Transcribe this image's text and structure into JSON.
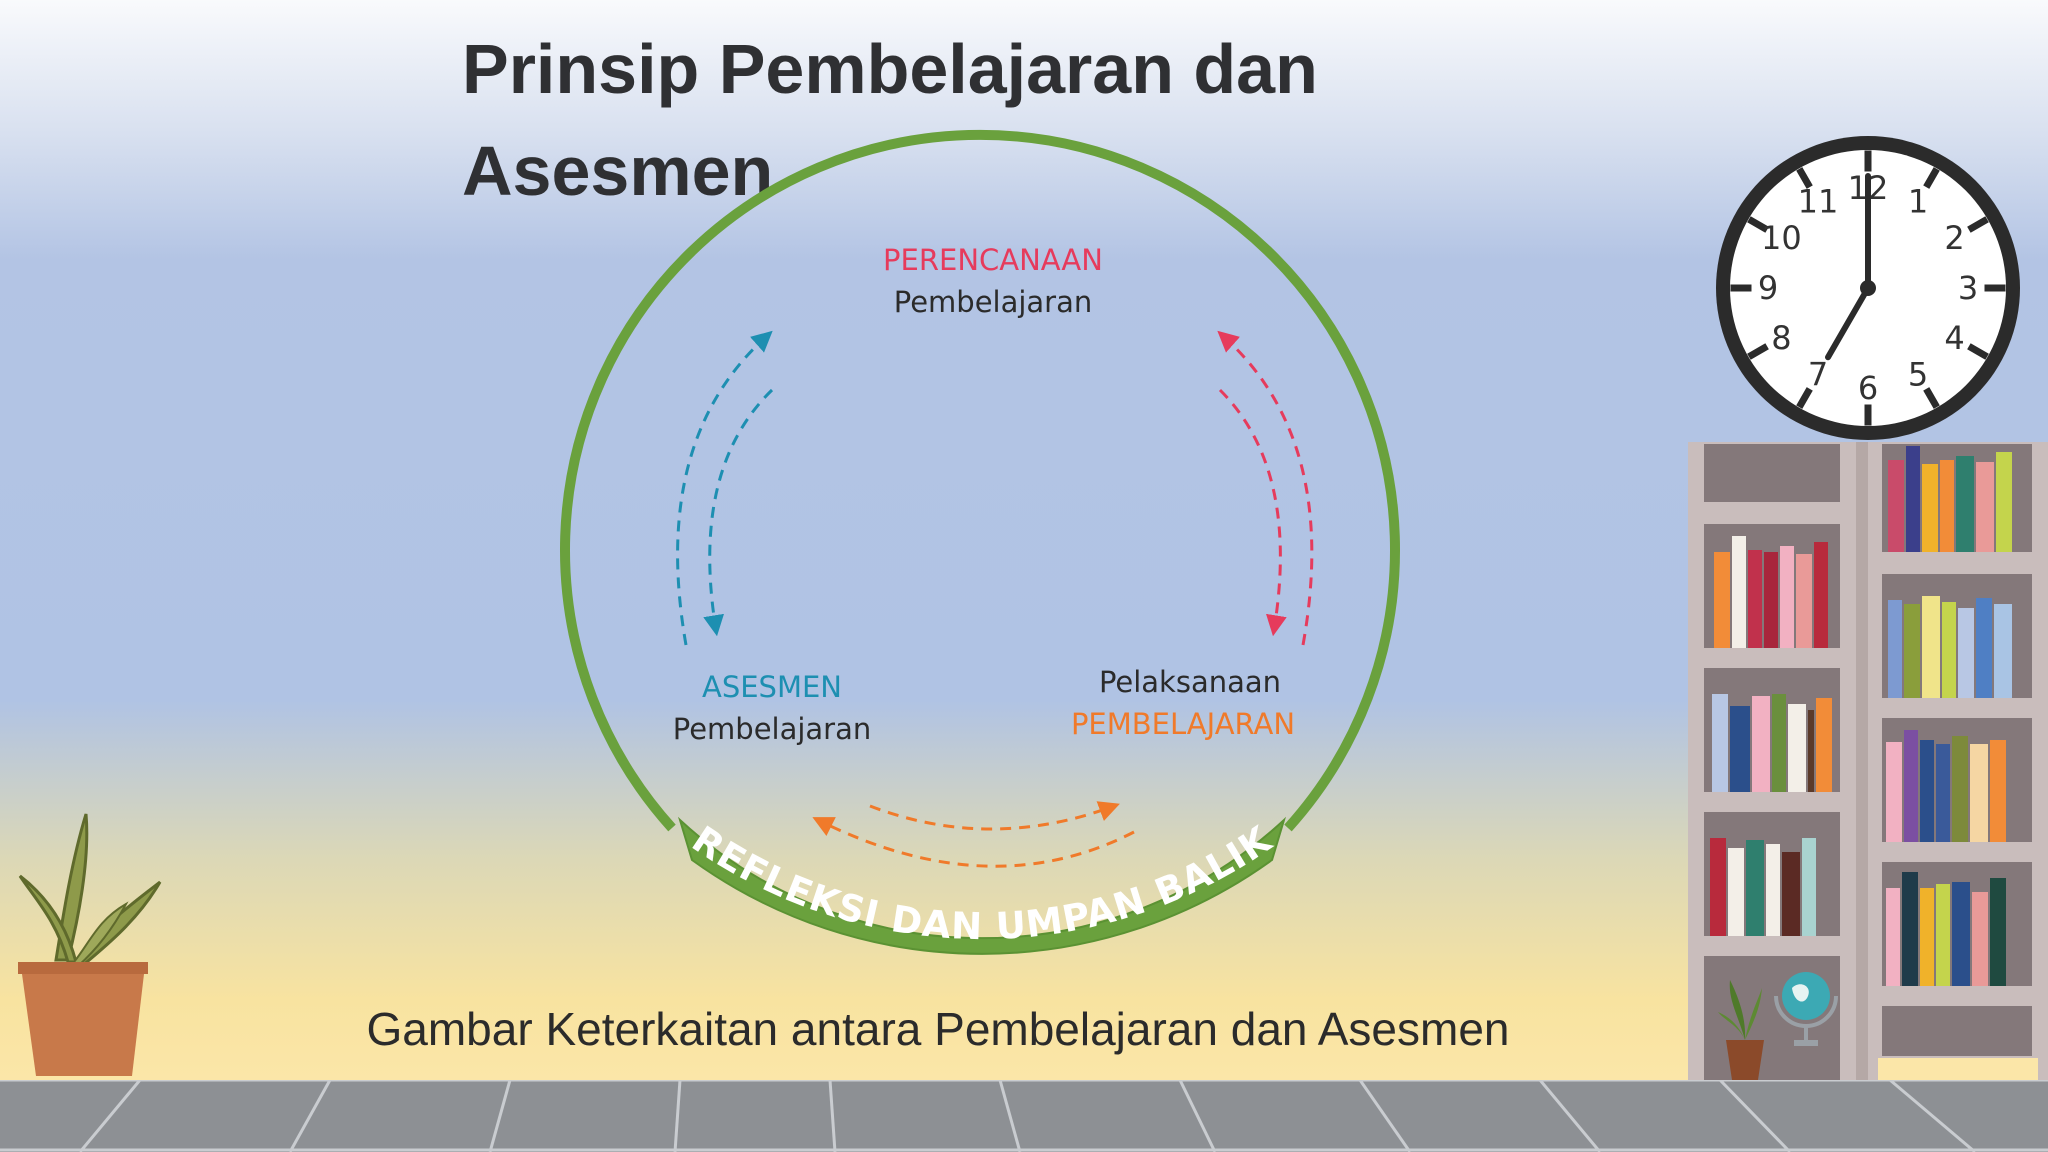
{
  "slide": {
    "title": "Prinsip Pembelajaran dan Asesmen",
    "caption": "Gambar Keterkaitan antara Pembelajaran dan Asesmen"
  },
  "diagram": {
    "nodes": {
      "planning": {
        "keyword": "PERENCANAAN",
        "label": "Pembelajaran",
        "color": "#e63b5c"
      },
      "assessment": {
        "keyword": "ASESMEN",
        "label": "Pembelajaran",
        "color": "#1d8fb1"
      },
      "implementation": {
        "label": "Pelaksanaan",
        "keyword": "PEMBELAJARAN",
        "color": "#f07a2a"
      }
    },
    "ring": {
      "label": "REFLEKSI DAN UMPAN BALIK",
      "color": "#6aa13d"
    }
  },
  "clock": {
    "numbers": [
      "12",
      "1",
      "2",
      "3",
      "4",
      "5",
      "6",
      "7",
      "8",
      "9",
      "10",
      "11"
    ],
    "hour": 7,
    "minute": 0
  },
  "icons": [
    "clock-icon",
    "bookshelf-icon",
    "potted-plant-icon",
    "globe-icon"
  ]
}
